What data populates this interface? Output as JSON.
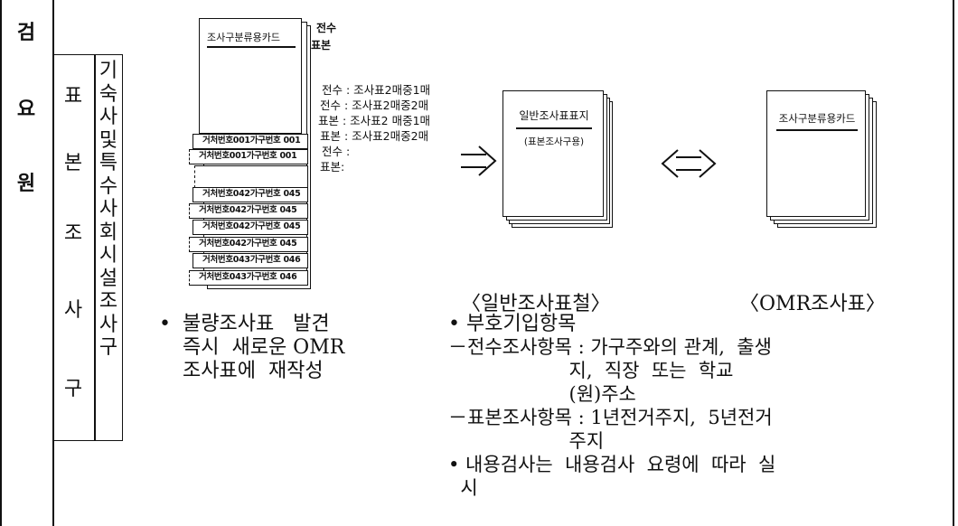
{
  "left_column": {
    "chars": [
      "검",
      "요",
      "원"
    ]
  },
  "side_panel": {
    "col1": [
      "표",
      "본",
      "조",
      "사",
      "구"
    ],
    "col2": [
      "기",
      "숙",
      "사",
      "및",
      "특",
      "수",
      "사",
      "회",
      "시",
      "설",
      "조",
      "사",
      "구"
    ]
  },
  "stack": {
    "top_card_label": "조사구분류용카드",
    "corner_labels": [
      "전수",
      "표본"
    ],
    "strip_labels": [
      "거처번호001가구번호 001",
      "거처번호001가구번호 001",
      "거처번호042가구번호 045",
      "거처번호042가구번호 045",
      "거처번호042가구번호 045",
      "거처번호042가구번호 045",
      "거처번호043가구번호 046",
      "거처번호043가구번호 046"
    ],
    "side_list": [
      "전수 : 조사표2매중1매",
      "전수 : 조사표2매중2매",
      "표본 : 조사표2 매중1매",
      "표본 : 조사표2매중2매",
      "전수 :",
      "표본:"
    ]
  },
  "general_binder": {
    "label_line1": "일반조사표표지",
    "label_line2": "(표본조사구용)",
    "caption": "〈일반조사표철〉"
  },
  "omr": {
    "label": "조사구분류용카드",
    "caption": "〈OMR조사표〉"
  },
  "notes_left": {
    "bullet": "•",
    "lines": [
      "불량조사표   발견",
      "즉시  새로운 OMR",
      "조사표에  재작성"
    ]
  },
  "notes_right": {
    "lines": [
      "• 부호기입항목",
      "－전수조사항목 : 가구주와의 관계,  출생",
      "                    지,  직장  또는  학교",
      "                    (원)주소",
      "－표본조사항목 : 1년전거주지,  5년전거",
      "                    주지",
      "• 내용검사는  내용검사  요령에  따라  실",
      "  시"
    ]
  }
}
